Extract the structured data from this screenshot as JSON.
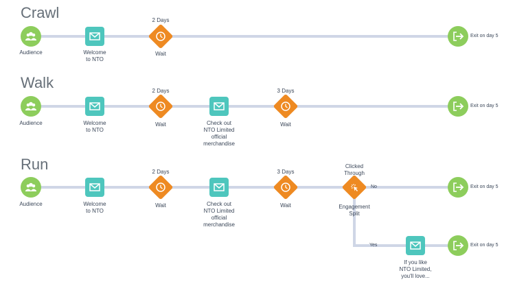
{
  "colors": {
    "line": "#cfd6e6",
    "audience": "#8dcd5c",
    "email": "#4ec6bd",
    "wait": "#ee8a22",
    "exit": "#8dcd5c"
  },
  "sections": {
    "crawl": {
      "title": "Crawl",
      "audience": "Audience",
      "email1": "Welcome\nto NTO",
      "wait1_days": "2 Days",
      "wait1": "Wait",
      "exit": "Exit on day 5"
    },
    "walk": {
      "title": "Walk",
      "audience": "Audience",
      "email1": "Welcome\nto NTO",
      "wait1_days": "2 Days",
      "wait1": "Wait",
      "email2": "Check out\nNTO Limited\nofficial\nmerchandise",
      "wait2_days": "3 Days",
      "wait2": "Wait",
      "exit": "Exit on day 5"
    },
    "run": {
      "title": "Run",
      "audience": "Audience",
      "email1": "Welcome\nto NTO",
      "wait1_days": "2 Days",
      "wait1": "Wait",
      "email2": "Check out\nNTO Limited\nofficial\nmerchandise",
      "wait2_days": "3 Days",
      "wait2": "Wait",
      "split_top": "Clicked\nThrough",
      "split_bottom": "Engagement\nSplit",
      "no": "No",
      "yes": "Yes",
      "exit_no": "Exit on day 5",
      "email3": "If you like\nNTO Limited,\nyou'll love...",
      "exit_yes": "Exit on day 5"
    }
  }
}
